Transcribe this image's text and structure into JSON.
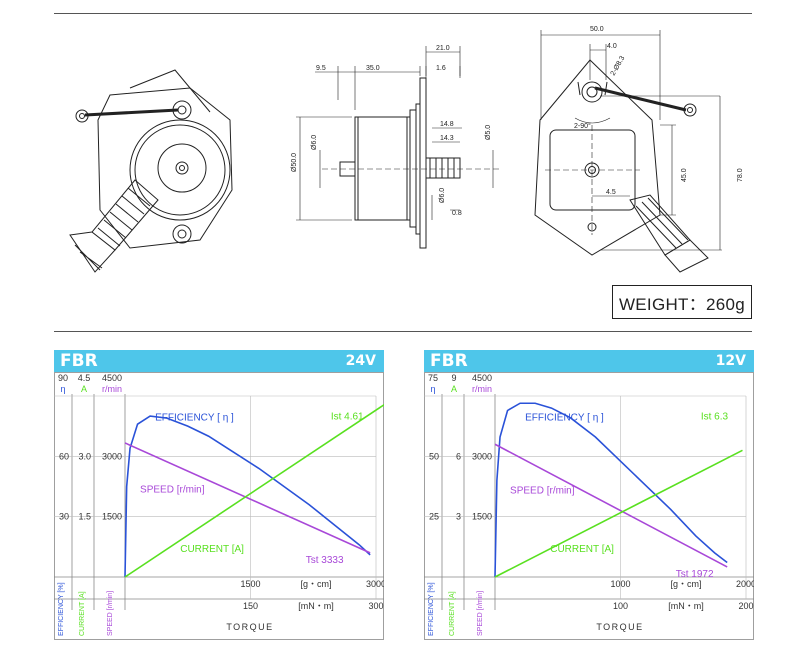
{
  "weight": {
    "label": "WEIGHT：260g"
  },
  "drawing": {
    "side_dims": [
      "9.5",
      "35.0",
      "21.0",
      "1.6",
      "14.8",
      "14.3",
      "Ø50.0",
      "Ø6.0",
      "Ø6.0",
      "0.8",
      "Ø5.0"
    ],
    "right_dims": [
      "50.0",
      "4.0",
      "2-Ø8.3",
      "2-90°",
      "45.0",
      "78.0",
      "4.5"
    ]
  },
  "colors": {
    "header": "#4ec6ea",
    "efficiency": "#2a52d8",
    "current": "#59e020",
    "speed": "#a848d8"
  },
  "chart_data": [
    {
      "type": "line",
      "name": "FBR",
      "voltage": "24V",
      "xlabel": "TORQUE",
      "x_unit_top": "[g・cm]",
      "x_unit_bottom": "[mN・m]",
      "xlim_gcm": [
        0,
        3000
      ],
      "x_ticks_gcm": [
        "1500",
        "3000"
      ],
      "x_ticks_mnm": [
        "150",
        "300"
      ],
      "left_axes": {
        "efficiency": {
          "label": "η",
          "ticks": [
            "90",
            "60",
            "30"
          ],
          "max": 90,
          "axis_title": "EFFICIENCY [%]"
        },
        "current": {
          "label": "A",
          "ticks": [
            "4.5",
            "3.0",
            "1.5"
          ],
          "max": 4.5,
          "axis_title": "CURRENT [A]"
        },
        "speed": {
          "label": "r/min",
          "ticks": [
            "4500",
            "3000",
            "1500"
          ],
          "max": 4500,
          "axis_title": "SPEED [r/min]"
        }
      },
      "series": [
        {
          "name": "EFFICIENCY [ η ]",
          "key": "efficiency",
          "x": [
            0,
            20,
            60,
            150,
            300,
            500,
            750,
            1000,
            1300,
            1600,
            1900,
            2200,
            2500,
            2800,
            2930
          ],
          "y": [
            0,
            45,
            64,
            76,
            80,
            79,
            75,
            70,
            62,
            54,
            45,
            36,
            26,
            16,
            11
          ]
        },
        {
          "name": "SPEED [r/min]",
          "key": "speed",
          "x": [
            0,
            2930
          ],
          "y": [
            3333,
            600
          ]
        },
        {
          "name": "CURRENT [A]",
          "key": "current",
          "x": [
            0,
            3333
          ],
          "y": [
            0,
            4.61
          ]
        }
      ],
      "annotations": {
        "current": "Ist 4.61",
        "speed": "Tst 3333"
      }
    },
    {
      "type": "line",
      "name": "FBR",
      "voltage": "12V",
      "xlabel": "TORQUE",
      "x_unit_top": "[g・cm]",
      "x_unit_bottom": "[mN・m]",
      "xlim_gcm": [
        0,
        2000
      ],
      "x_ticks_gcm": [
        "1000",
        "2000"
      ],
      "x_ticks_mnm": [
        "100",
        "200"
      ],
      "left_axes": {
        "efficiency": {
          "label": "η",
          "ticks": [
            "75",
            "50",
            "25"
          ],
          "max": 75,
          "axis_title": "EFFICIENCY [%]"
        },
        "current": {
          "label": "A",
          "ticks": [
            "9",
            "6",
            "3"
          ],
          "max": 9,
          "axis_title": "CURRENT [A]"
        },
        "speed": {
          "label": "r/min",
          "ticks": [
            "4500",
            "3000",
            "1500"
          ],
          "max": 4500,
          "axis_title": "SPEED [r/min]"
        }
      },
      "series": [
        {
          "name": "EFFICIENCY [ η ]",
          "key": "efficiency",
          "x": [
            0,
            15,
            40,
            100,
            200,
            320,
            450,
            600,
            800,
            1000,
            1200,
            1400,
            1600,
            1750,
            1850
          ],
          "y": [
            0,
            40,
            58,
            69,
            72,
            72,
            70,
            66,
            58,
            48,
            38,
            28,
            17,
            10,
            6
          ]
        },
        {
          "name": "SPEED [r/min]",
          "key": "speed",
          "x": [
            0,
            1850
          ],
          "y": [
            3300,
            250
          ]
        },
        {
          "name": "CURRENT [A]",
          "key": "current",
          "x": [
            0,
            1972
          ],
          "y": [
            0,
            6.3
          ]
        }
      ],
      "annotations": {
        "current": "Ist 6.3",
        "speed": "Tst 1972"
      }
    }
  ]
}
